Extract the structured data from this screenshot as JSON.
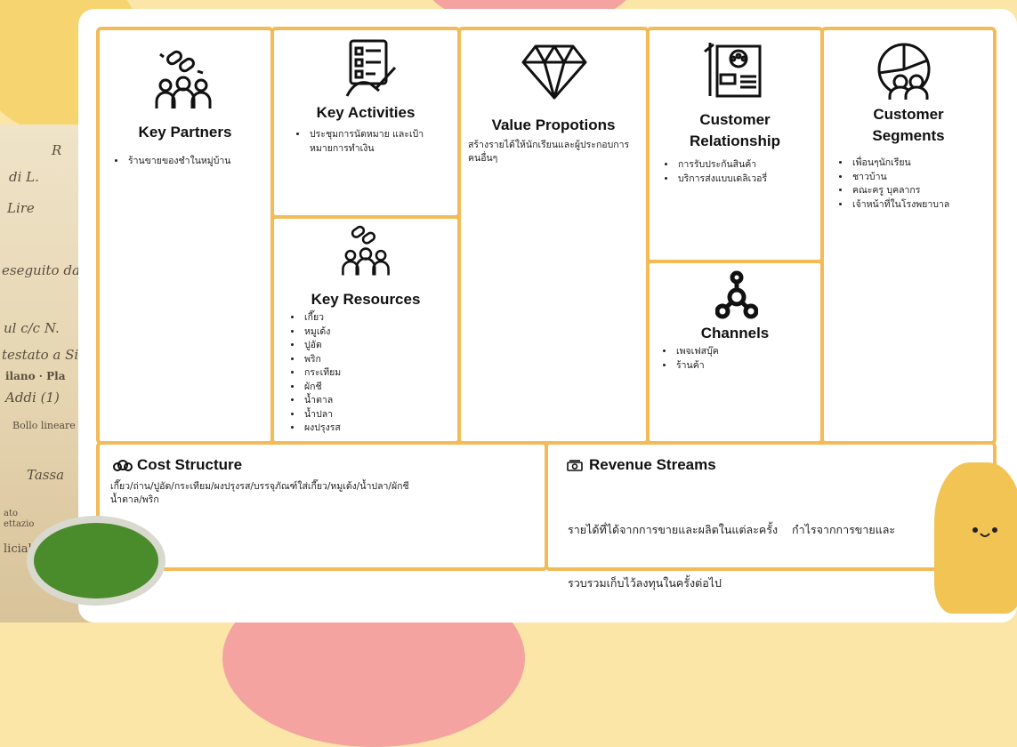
{
  "key_partners": {
    "title": "Key Partners",
    "items": [
      "ร้านขายของชำในหมู่บ้าน"
    ]
  },
  "key_activities": {
    "title": "Key Activities",
    "items": [
      "ประชุมการนัดหมาย และเป้าหมายการทำเงิน"
    ]
  },
  "value_propositions": {
    "title": "Value Propotions",
    "text": "สร้างรายได้ให้นักเรียนและผู้ประกอบการคนอื่นๆ"
  },
  "customer_relationship": {
    "title_line1": "Customer",
    "title_line2": "Relationship",
    "items": [
      "การรับประกันสินค้า",
      "บริการส่งแบบเดลิเวอรี่"
    ]
  },
  "customer_segments": {
    "title_line1": "Customer",
    "title_line2": "Segments",
    "items": [
      "เพื่อนๆนักเรียน",
      "ชาวบ้าน",
      "คณะครู บุคลากร",
      "เจ้าหน้าที่ในโรงพยาบาล"
    ]
  },
  "key_resources": {
    "title": "Key Resources",
    "items": [
      "เกี๊ยว",
      "หมูเด้ง",
      "ปูอัด",
      "พริก",
      "กระเทียม",
      "ผักชี",
      "น้ำตาล",
      "น้ำปลา",
      "ผงปรุงรส"
    ]
  },
  "channels": {
    "title": "Channels",
    "items": [
      "เพจเฟสบุ๊ค",
      "ร้านค้า"
    ]
  },
  "cost_structure": {
    "title": "Cost Structure",
    "text": "เกี๊ยว/ถ่าน/ปูอัด/กระเทียม/ผงปรุงรส/บรรจุภัณฑ์ใส่เกี๊ยว/หมูเด้ง/น้ำปลา/ผักชี น้ำตาล/พริก"
  },
  "revenue_streams": {
    "title": "Revenue Streams",
    "text_line1": "รายได้ที่ได้จากการขายและผลิตในแต่ละครั้ง    กำไรจากการขายและ",
    "text_line2": "รวบรวมเก็บไว้ลงทุนในครั้งต่อไป"
  },
  "background": {
    "paper_lines": [
      "R",
      "di L.",
      "Lire",
      "eseguito da",
      "ul c/c N.",
      "testato a Si",
      "ilano · Pla",
      "Addi (1)",
      "Bollo lineare",
      "Tassa",
      "ato",
      "ettazio",
      "liciale"
    ]
  },
  "colors": {
    "border": "#f3bb58",
    "background": "#fbe6a8",
    "accent_pink": "#f4a3a0"
  }
}
